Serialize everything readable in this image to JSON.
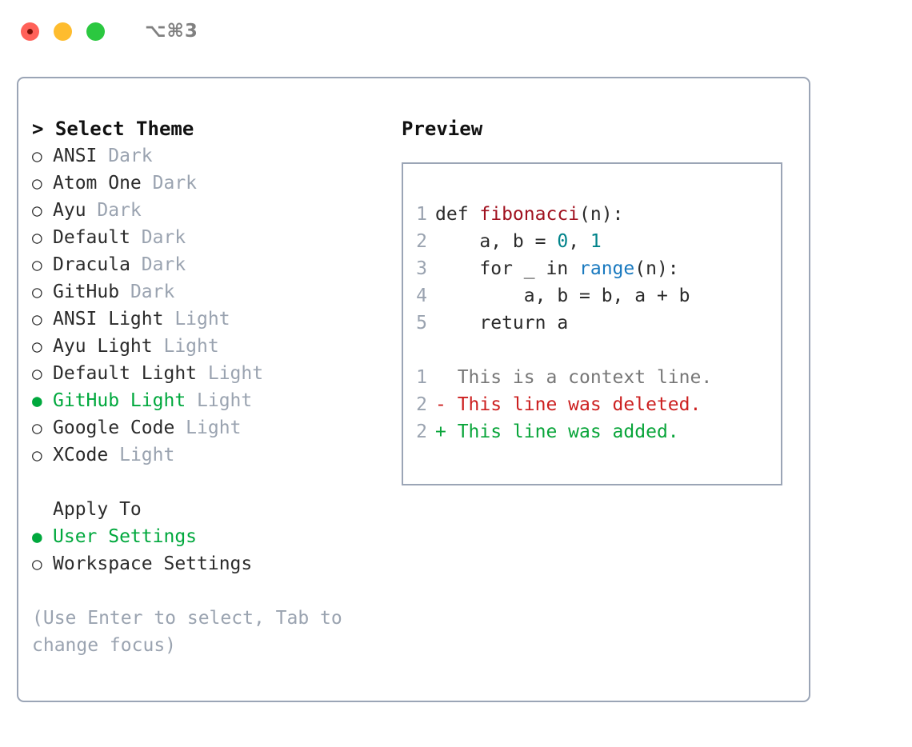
{
  "window": {
    "title": "⌥⌘3",
    "traffic_lights": [
      "close",
      "minimize",
      "maximize"
    ]
  },
  "theme_panel": {
    "heading": "> Select Theme",
    "items": [
      {
        "marker": "○",
        "label": "ANSI",
        "suffix": "Dark",
        "selected": false
      },
      {
        "marker": "○",
        "label": "Atom One",
        "suffix": "Dark",
        "selected": false
      },
      {
        "marker": "○",
        "label": "Ayu",
        "suffix": "Dark",
        "selected": false
      },
      {
        "marker": "○",
        "label": "Default",
        "suffix": "Dark",
        "selected": false
      },
      {
        "marker": "○",
        "label": "Dracula",
        "suffix": "Dark",
        "selected": false
      },
      {
        "marker": "○",
        "label": "GitHub",
        "suffix": "Dark",
        "selected": false
      },
      {
        "marker": "○",
        "label": "ANSI Light",
        "suffix": "Light",
        "selected": false
      },
      {
        "marker": "○",
        "label": "Ayu Light",
        "suffix": "Light",
        "selected": false
      },
      {
        "marker": "○",
        "label": "Default Light",
        "suffix": "Light",
        "selected": false
      },
      {
        "marker": "●",
        "label": "GitHub Light",
        "suffix": "Light",
        "selected": true
      },
      {
        "marker": "○",
        "label": "Google Code",
        "suffix": "Light",
        "selected": false
      },
      {
        "marker": "○",
        "label": "XCode",
        "suffix": "Light",
        "selected": false
      }
    ]
  },
  "apply_to": {
    "heading": "Apply To",
    "items": [
      {
        "marker": "●",
        "label": "User Settings",
        "selected": true
      },
      {
        "marker": "○",
        "label": "Workspace Settings",
        "selected": false
      }
    ]
  },
  "hint": "(Use Enter to select, Tab to change focus)",
  "preview": {
    "heading": "Preview",
    "code_lines": [
      {
        "num": "1",
        "segments": [
          {
            "text": "def ",
            "kind": "plain"
          },
          {
            "text": "fibonacci",
            "kind": "fn"
          },
          {
            "text": "(n):",
            "kind": "plain"
          }
        ]
      },
      {
        "num": "2",
        "segments": [
          {
            "text": "    a, b = ",
            "kind": "plain"
          },
          {
            "text": "0",
            "kind": "num"
          },
          {
            "text": ", ",
            "kind": "plain"
          },
          {
            "text": "1",
            "kind": "num"
          }
        ]
      },
      {
        "num": "3",
        "segments": [
          {
            "text": "    for _ in ",
            "kind": "plain"
          },
          {
            "text": "range",
            "kind": "call"
          },
          {
            "text": "(n):",
            "kind": "plain"
          }
        ]
      },
      {
        "num": "4",
        "segments": [
          {
            "text": "        a, b = b, a + b",
            "kind": "plain"
          }
        ]
      },
      {
        "num": "5",
        "segments": [
          {
            "text": "    return a",
            "kind": "plain"
          }
        ]
      }
    ],
    "diff_lines": [
      {
        "num": "1",
        "text": "  This is a context line.",
        "kind": "ctx"
      },
      {
        "num": "2",
        "text": "- This line was deleted.",
        "kind": "del"
      },
      {
        "num": "2",
        "text": "+ This line was added.",
        "kind": "add"
      }
    ]
  },
  "colors": {
    "accent_green": "#00a83d",
    "border": "#9ba5b6",
    "muted": "#9aa3b0",
    "text": "#2b2b2b",
    "syntax_function": "#a0111f",
    "syntax_number": "#00838a",
    "syntax_call": "#1979bf",
    "diff_deleted": "#cc1f1f",
    "diff_added": "#09a53a",
    "diff_context": "#777777"
  }
}
